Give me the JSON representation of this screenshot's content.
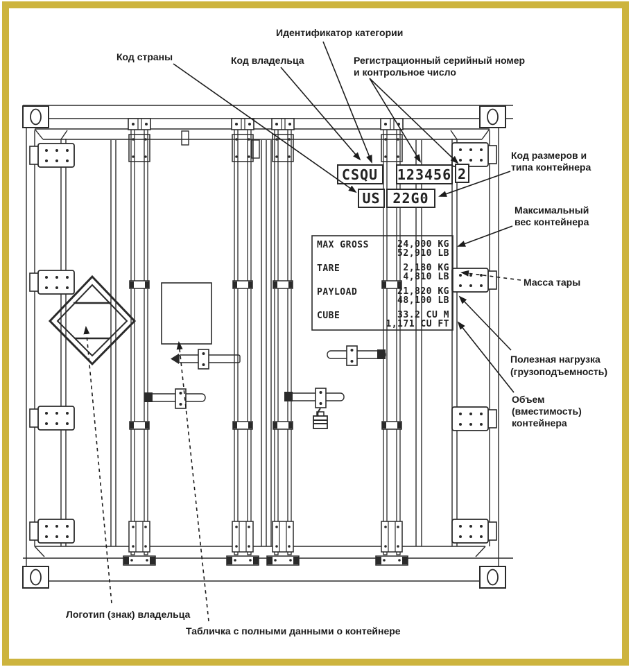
{
  "page": {
    "background": "#ffffff",
    "border_color": "#cdb43e",
    "ink_color": "#2a2a2a"
  },
  "marking": {
    "owner_code": "CSQU",
    "serial_number": "123456",
    "check_digit": "2",
    "country_code": "US",
    "size_type_code": "22G0"
  },
  "data_plate": {
    "rows": [
      {
        "label": "MAX GROSS",
        "metric": "24,000 KG",
        "imperial": "52,910 LB"
      },
      {
        "label": "TARE",
        "metric": "2,180 KG",
        "imperial": "4,810 LB"
      },
      {
        "label": "PAYLOAD",
        "metric": "21,820 KG",
        "imperial": "48,100 LB"
      },
      {
        "label": "CUBE",
        "metric": "33.2 CU M",
        "imperial": "1,171 CU FT"
      }
    ]
  },
  "callouts": {
    "category_identifier": "Идентификатор категории",
    "country_code": "Код страны",
    "owner_code": "Код владельца",
    "registration_serial_line1": "Регистрационный серийный номер",
    "registration_serial_line2": "и контрольное число",
    "size_type_line1": "Код размеров и",
    "size_type_line2": "типа контейнера",
    "max_weight_line1": "Максимальный",
    "max_weight_line2": "вес контейнера",
    "tare_mass": "Масса тары",
    "payload_line1": "Полезная нагрузка",
    "payload_line2": "(грузоподъемность)",
    "volume_line1": "Объем",
    "volume_line2": "(вместимость)",
    "volume_line3": "контейнера",
    "owner_logo": "Логотип (знак) владельца",
    "data_plate_label": "Табличка с полными данными о контейнере"
  }
}
